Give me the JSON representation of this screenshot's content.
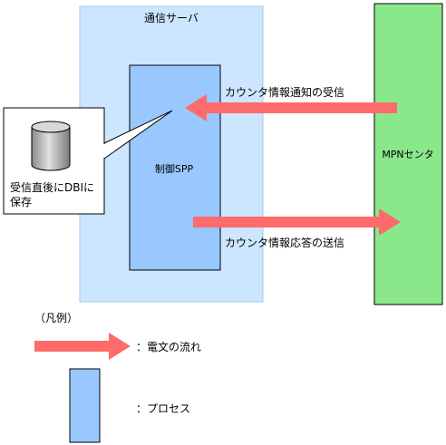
{
  "server": {
    "label": "通信サーバ"
  },
  "mpn": {
    "label": "MPNセンタ"
  },
  "process": {
    "label": "制御SPP"
  },
  "flows": {
    "receive_label": "カウンタ情報通知の受信",
    "send_label": "カウンタ情報応答の送信"
  },
  "callout": {
    "line1": "受信直後にDBIに",
    "line2": "保存"
  },
  "legend": {
    "title": "（凡例）",
    "message_flow": "：電文の流れ",
    "process": "：プロセス"
  },
  "colors": {
    "server_fill": "#cce6ff",
    "server_border": "#9fc8f0",
    "mpn_fill": "#8ae88a",
    "process_fill": "#99c8ff",
    "arrow": "#ff6b6b"
  }
}
